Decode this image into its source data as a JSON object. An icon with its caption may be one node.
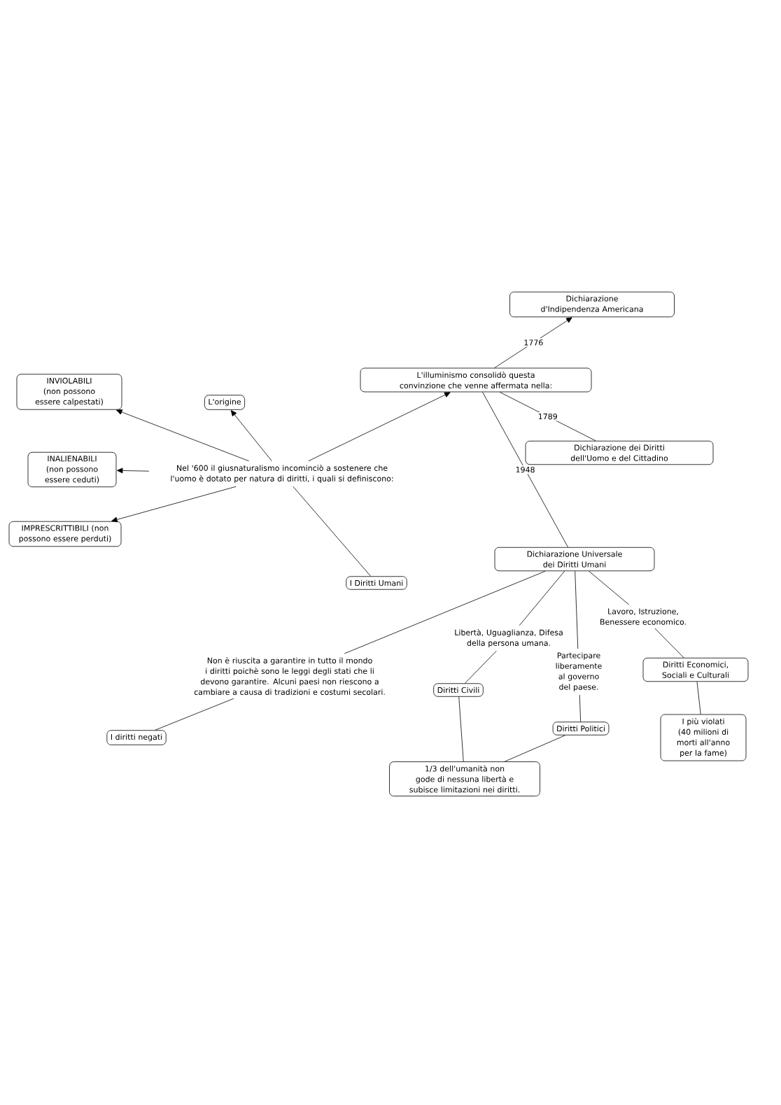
{
  "diagram": {
    "nodes": [
      {
        "text": [
          "Dichiarazione d'Indipendenza Americana"
        ]
      },
      {
        "text": [
          "L'illuminismo consolidò questa convinzione che venne affermata nella:"
        ]
      },
      {
        "text": [
          "INVIOLABILI (non possono essere calpestati)"
        ]
      },
      {
        "text": [
          "L'origine"
        ]
      },
      {
        "text": [
          "Dichiarazione dei Diritti dell'Uomo e del Cittadino"
        ]
      },
      {
        "text": [
          "INALIENABILI (non possono essere ceduti)"
        ]
      },
      {
        "text": [
          "Nel '600 il giusnaturalismo incominciò a sostenere che l'uomo è dotato per natura di diritti, i quali si definiscono:"
        ]
      },
      {
        "text": [
          "IMPRESCRITTIBILI (non possono essere perduti)"
        ]
      },
      {
        "text": [
          "Dichiarazione Universale dei Diritti Umani"
        ]
      },
      {
        "text": [
          "I Diritti Umani"
        ]
      },
      {
        "text": [
          "Lavoro, Istruzione, Benessere economico."
        ]
      },
      {
        "text": [
          "Libertà, Uguaglianza, Difesa della persona umana."
        ]
      },
      {
        "text": [
          "Non è riuscita a garantire in tutto il mondo i diritti poichè sono le leggi degli stati che li devono garantire. Alcuni paesi non riescono a cambiare a causa di tradizioni e costumi secolari."
        ]
      },
      {
        "text": [
          "Partecipare liberamente al governo del paese."
        ]
      },
      {
        "text": [
          "Diritti Economici, Sociali e Culturali"
        ]
      },
      {
        "text": [
          "Diritti Civili"
        ]
      },
      {
        "text": [
          "I diritti negati"
        ]
      },
      {
        "text": [
          "Diritti Politici"
        ]
      },
      {
        "text": [
          "I più violati (40 milioni di morti all'anno per la fame)"
        ]
      },
      {
        "text": [
          "1/3 dell'umanità non gode di nessuna libertà e subisce limitazioni nei diritti."
        ]
      }
    ],
    "edges": [
      {
        "from": 6,
        "to": 2,
        "arrow": "to"
      },
      {
        "from": 6,
        "to": 3,
        "arrow": "to"
      },
      {
        "from": 6,
        "to": 1,
        "arrow": "to"
      },
      {
        "from": 6,
        "to": 5,
        "arrow": "to"
      },
      {
        "from": 6,
        "to": 7,
        "arrow": "to"
      },
      {
        "from": 9,
        "to": 6,
        "arrow": "none"
      },
      {
        "from": 1,
        "to": 0,
        "arrow": "to",
        "label": "1776"
      },
      {
        "from": 1,
        "to": 4,
        "arrow": "none",
        "label": "1789"
      },
      {
        "from": 1,
        "to": 8,
        "arrow": "none",
        "label": "1948"
      },
      {
        "from": 8,
        "to": 12,
        "arrow": "none"
      },
      {
        "from": 12,
        "to": 16,
        "arrow": "none"
      },
      {
        "from": 8,
        "to": 11,
        "arrow": "none"
      },
      {
        "from": 11,
        "to": 15,
        "arrow": "none"
      },
      {
        "from": 15,
        "to": 19,
        "arrow": "none"
      },
      {
        "from": 8,
        "to": 13,
        "arrow": "none"
      },
      {
        "from": 13,
        "to": 17,
        "arrow": "none"
      },
      {
        "from": 17,
        "to": 19,
        "arrow": "none"
      },
      {
        "from": 8,
        "to": 10,
        "arrow": "none"
      },
      {
        "from": 10,
        "to": 14,
        "arrow": "none"
      },
      {
        "from": 14,
        "to": 18,
        "arrow": "none"
      }
    ]
  }
}
